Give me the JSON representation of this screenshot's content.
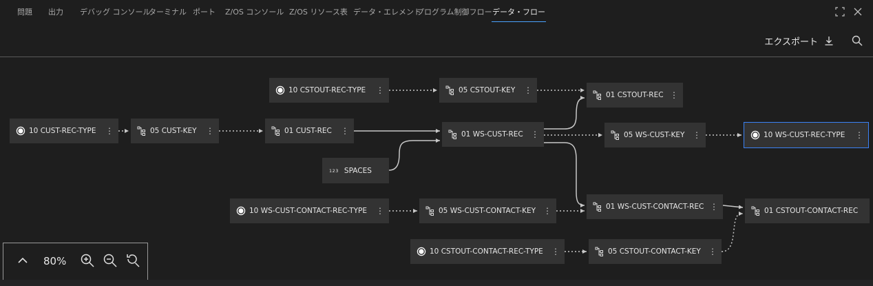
{
  "tabs": [
    {
      "label": "問題"
    },
    {
      "label": "出力"
    },
    {
      "label": "デバッグ コンソール"
    },
    {
      "label": "ターミナル"
    },
    {
      "label": "ポート"
    },
    {
      "label": "Z/OS コンソール"
    },
    {
      "label": "Z/OS リソース表"
    },
    {
      "label": "データ・エレメント"
    },
    {
      "label": "プログラム制御フロー"
    },
    {
      "label": "データ・フロー",
      "active": true
    }
  ],
  "toolbar": {
    "export_label": "エクスポート",
    "export_icon": "download-icon",
    "search_icon": "search-icon"
  },
  "window_controls": {
    "maximize_icon": "maximize-icon",
    "close_icon": "close-icon"
  },
  "nodes": [
    {
      "id": "n1",
      "label": "10 CUST-REC-TYPE",
      "icon": "radio-icon"
    },
    {
      "id": "n2",
      "label": "05 CUST-KEY",
      "icon": "tree-icon"
    },
    {
      "id": "n3",
      "label": "01 CUST-REC",
      "icon": "tree-icon"
    },
    {
      "id": "n4",
      "label": "10 CSTOUT-REC-TYPE",
      "icon": "radio-icon"
    },
    {
      "id": "n5",
      "label": "05 CSTOUT-KEY",
      "icon": "tree-icon"
    },
    {
      "id": "n6",
      "label": "01 CSTOUT-REC",
      "icon": "tree-icon"
    },
    {
      "id": "n7",
      "label": "01 WS-CUST-REC",
      "icon": "tree-icon"
    },
    {
      "id": "n8",
      "label": "05 WS-CUST-KEY",
      "icon": "tree-icon"
    },
    {
      "id": "n9",
      "label": "10 WS-CUST-REC-TYPE",
      "icon": "radio-icon",
      "selected": true
    },
    {
      "id": "n10",
      "label": "SPACES",
      "icon": "number-icon",
      "icon_text": "123"
    },
    {
      "id": "n11",
      "label": "10 WS-CUST-CONTACT-REC-TYPE",
      "icon": "radio-icon"
    },
    {
      "id": "n12",
      "label": "05 WS-CUST-CONTACT-KEY",
      "icon": "tree-icon"
    },
    {
      "id": "n13",
      "label": "01 WS-CUST-CONTACT-REC",
      "icon": "tree-icon"
    },
    {
      "id": "n14",
      "label": "01 CSTOUT-CONTACT-REC",
      "icon": "tree-icon"
    },
    {
      "id": "n15",
      "label": "10 CSTOUT-CONTACT-REC-TYPE",
      "icon": "radio-icon"
    },
    {
      "id": "n16",
      "label": "05 CSTOUT-CONTACT-KEY",
      "icon": "tree-icon"
    }
  ],
  "zoom": {
    "level": "80%",
    "collapse_icon": "chevron-up-icon",
    "zoom_in_icon": "zoom-in-icon",
    "zoom_out_icon": "zoom-out-icon",
    "reset_icon": "reset-zoom-icon"
  },
  "colors": {
    "background": "#1e1e1e",
    "node": "#333333",
    "selected_border": "#3b82f6",
    "edge": "#c8c8c8"
  }
}
